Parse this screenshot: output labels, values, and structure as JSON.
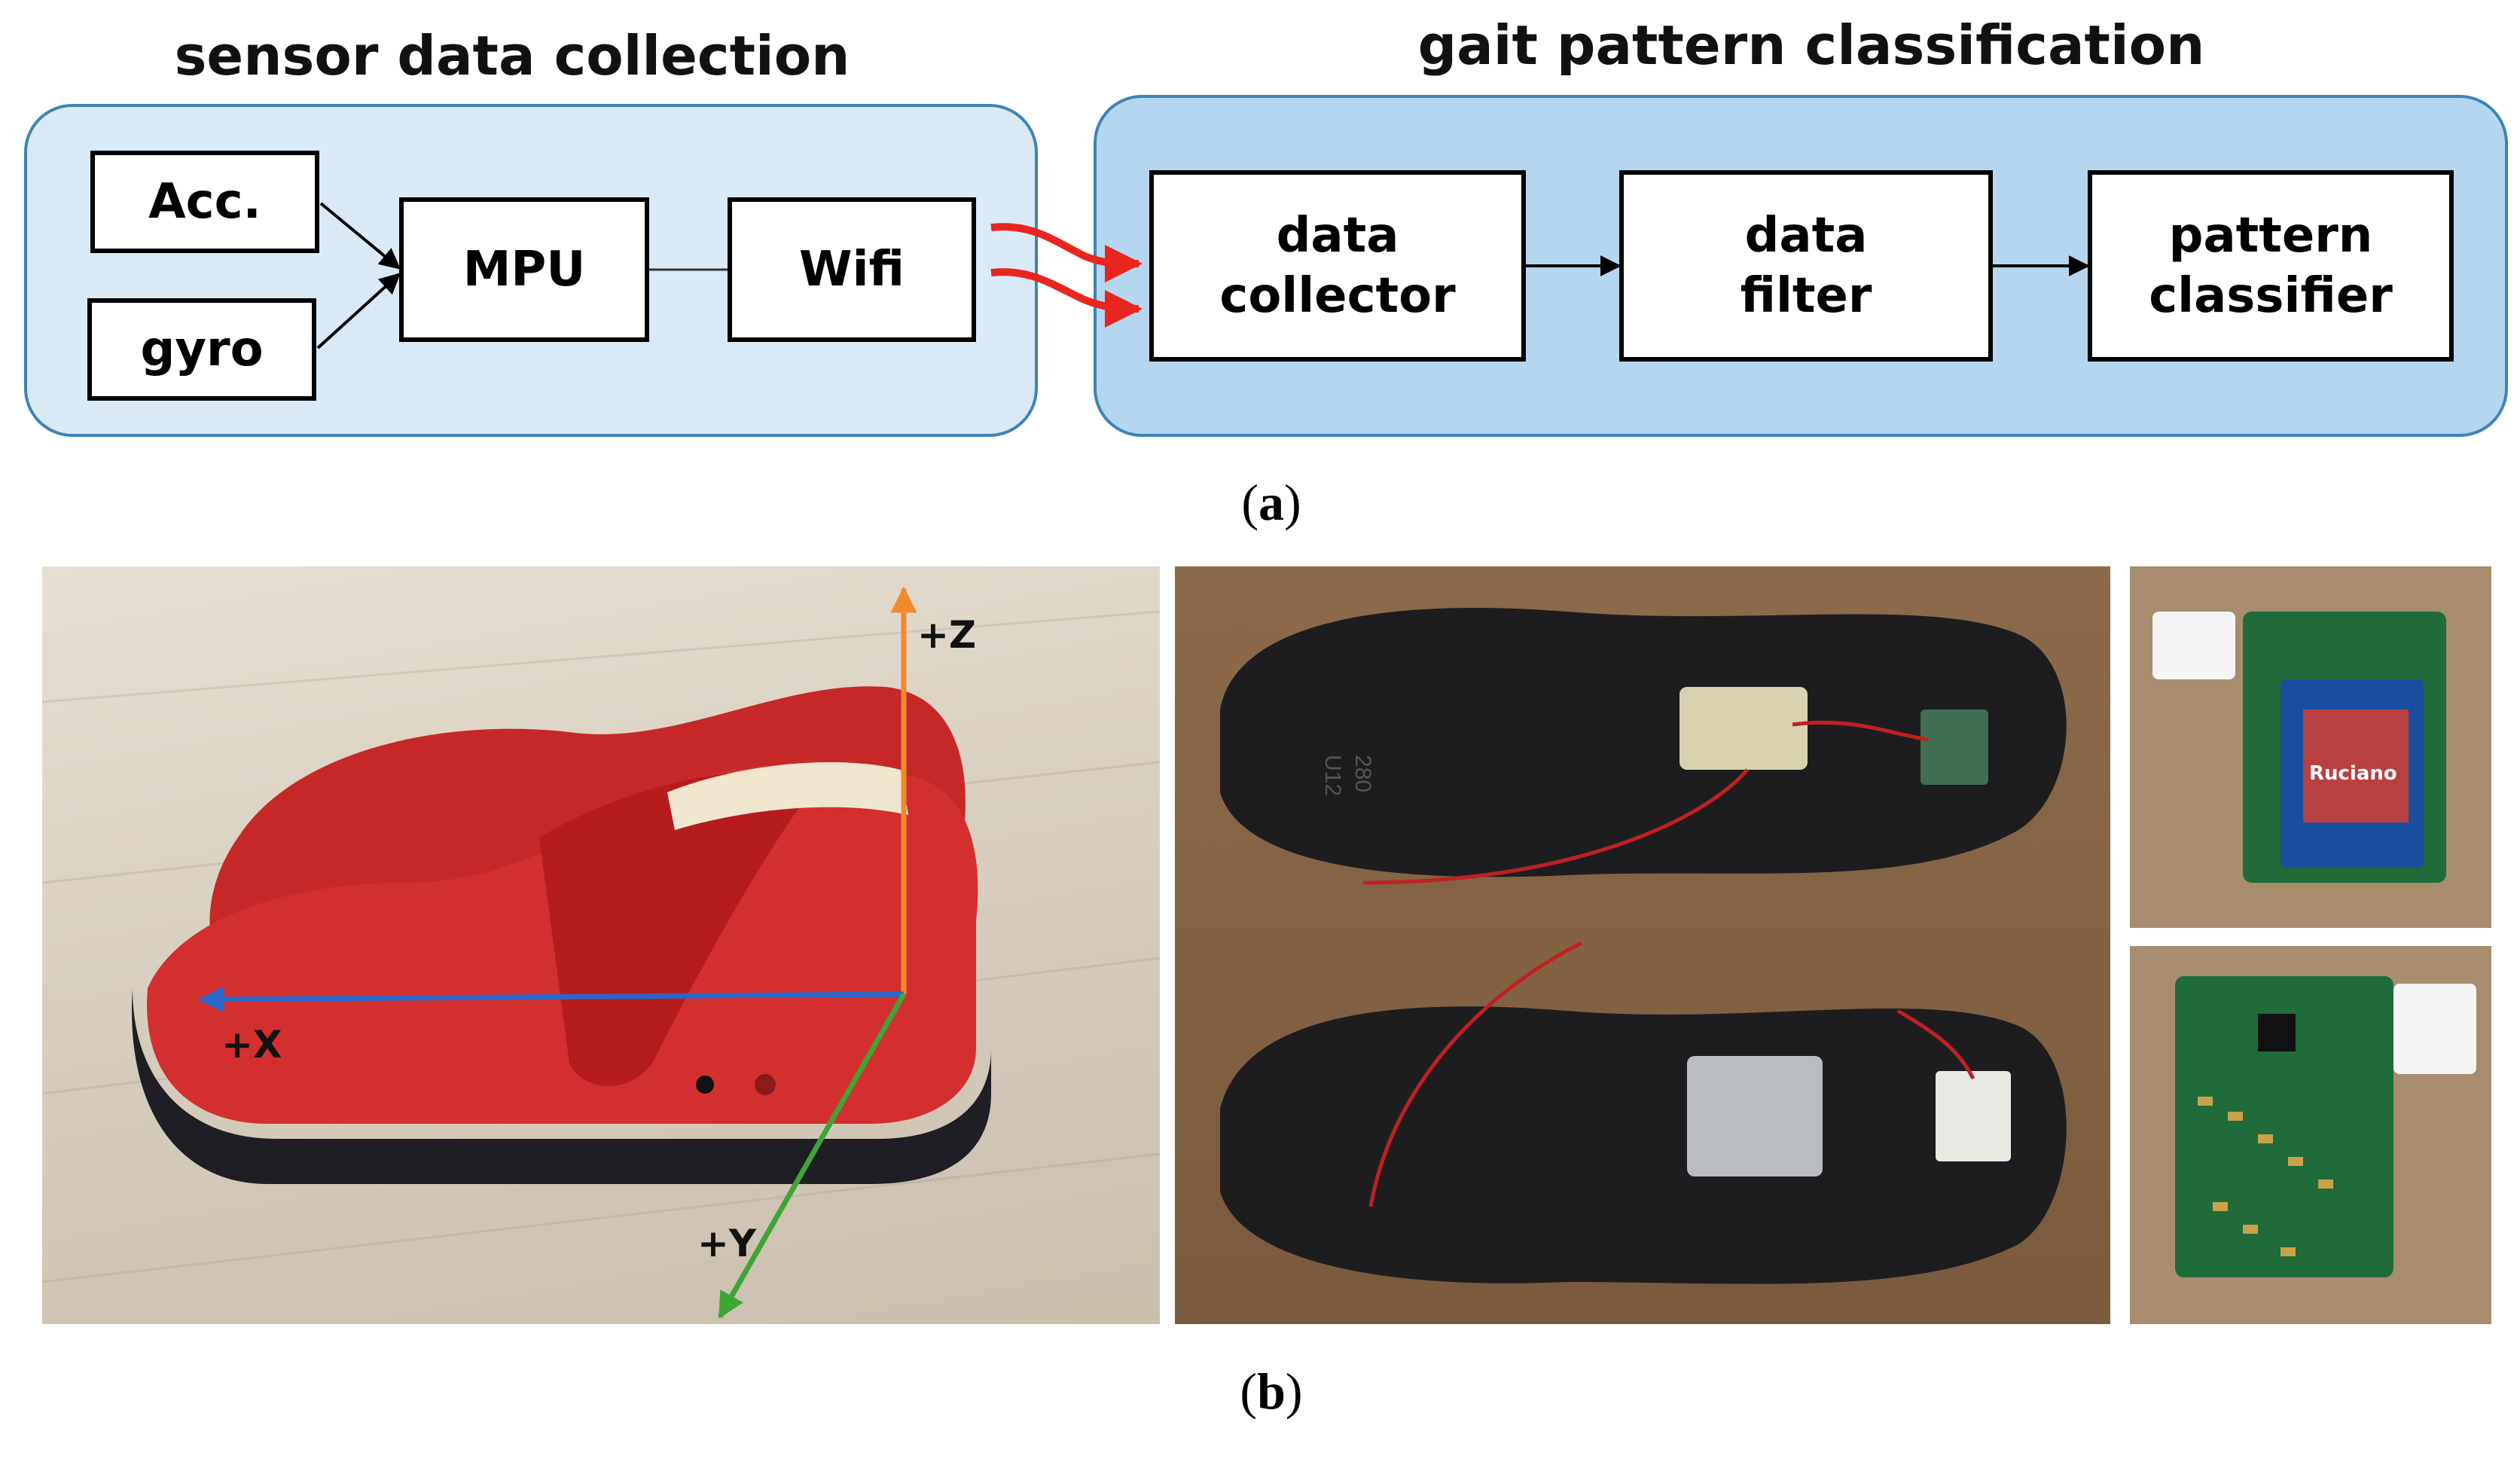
{
  "panel_a": {
    "left_title": "sensor data collection",
    "right_title": "gait pattern classification",
    "boxes": {
      "acc": "Acc.",
      "gyro": "gyro",
      "mpu": "MPU",
      "wifi": "Wifi",
      "data_collector": [
        "data",
        "collector"
      ],
      "data_filter": [
        "data",
        "filter"
      ],
      "pattern_classifier": [
        "pattern",
        "classifier"
      ]
    },
    "caption": "a"
  },
  "panel_b": {
    "axes": {
      "z": "+Z",
      "x": "+X",
      "y": "+Y"
    },
    "pcb_logo": "Ruciano",
    "insole_marks": [
      "280",
      "U12"
    ],
    "caption": "b"
  },
  "colors": {
    "left_panel_fill": "#dae9f6",
    "right_panel_fill": "#b4d7ef",
    "panel_border": "#3d84b6",
    "wireless_arrow": "#e8251f",
    "axis_z": "#f08a2c",
    "axis_x": "#2a67c9",
    "axis_y": "#3fa535",
    "shoe": "#d32f2f"
  }
}
